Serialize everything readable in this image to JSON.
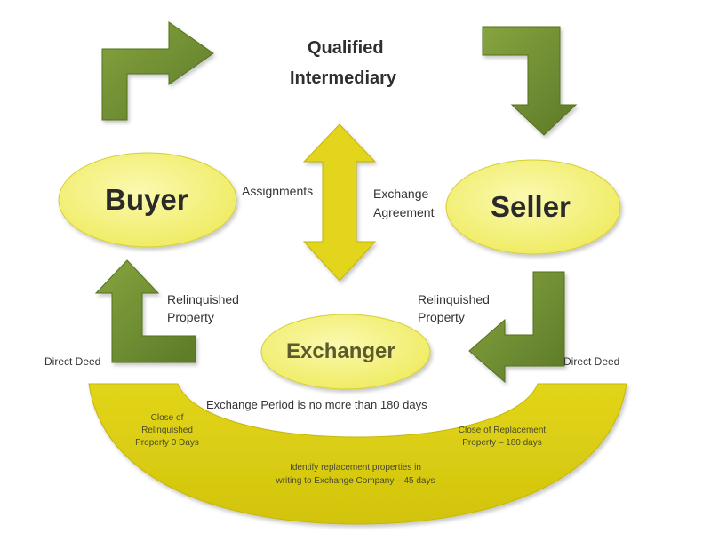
{
  "title": {
    "line1": "Qualified",
    "line2": "Intermediary"
  },
  "nodes": {
    "buyer": "Buyer",
    "seller": "Seller",
    "exchanger": "Exchanger"
  },
  "labels": {
    "assignments": "Assignments",
    "exchange_agreement_1": "Exchange",
    "exchange_agreement_2": "Agreement",
    "relinquished_left_1": "Relinquished",
    "relinquished_left_2": "Property",
    "relinquished_right_1": "Relinquished",
    "relinquished_right_2": "Property",
    "direct_deed_left": "Direct Deed",
    "direct_deed_right": "Direct Deed",
    "exchange_period": "Exchange Period is no more than 180 days"
  },
  "timeline": {
    "close_relinquished_1": "Close of",
    "close_relinquished_2": "Relinquished",
    "close_relinquished_3": "Property 0 Days",
    "close_replacement_1": "Close of Replacement",
    "close_replacement_2": "Property – 180 days",
    "identify_1": "Identify replacement properties in",
    "identify_2": "writing to Exchange Company – 45 days"
  },
  "colors": {
    "green": "#6f8f32",
    "yellow": "#f3f07e",
    "mustard": "#d8cc0c"
  }
}
